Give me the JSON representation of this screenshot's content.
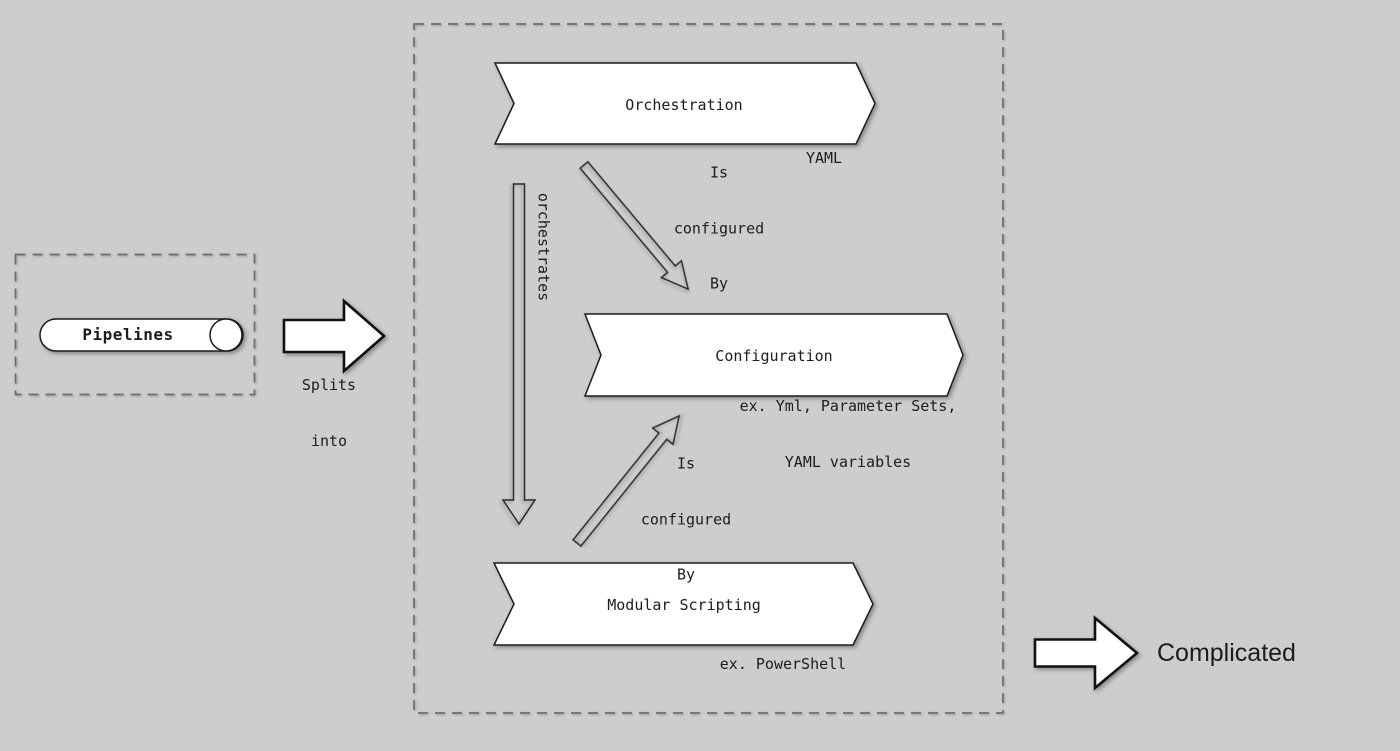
{
  "colors": {
    "background": "#cdcdcd",
    "shape_fill": "#ffffff",
    "shape_stroke": "#1c1c1c",
    "dashed_border": "#6e6e6e",
    "text": "#1c1c1c"
  },
  "pipelines": {
    "label": "Pipelines"
  },
  "splits_arrow": {
    "label_lines": [
      "Splits",
      "into"
    ]
  },
  "group": {
    "orchestration": {
      "label": "Orchestration",
      "annotation": "YAML"
    },
    "configuration": {
      "label": "Configuration",
      "annotation_lines": [
        "ex. Yml, Parameter Sets,",
        "YAML variables"
      ]
    },
    "modular_scripting": {
      "label": "Modular Scripting",
      "annotation": "ex. PowerShell"
    }
  },
  "relations": {
    "orchestrates": {
      "label": "orchestrates"
    },
    "is_configured_top": {
      "label_lines": [
        "Is",
        "configured",
        "By"
      ]
    },
    "is_configured_bottom": {
      "label_lines": [
        "Is",
        "configured",
        "By"
      ]
    }
  },
  "complicated": {
    "label": "Complicated"
  }
}
